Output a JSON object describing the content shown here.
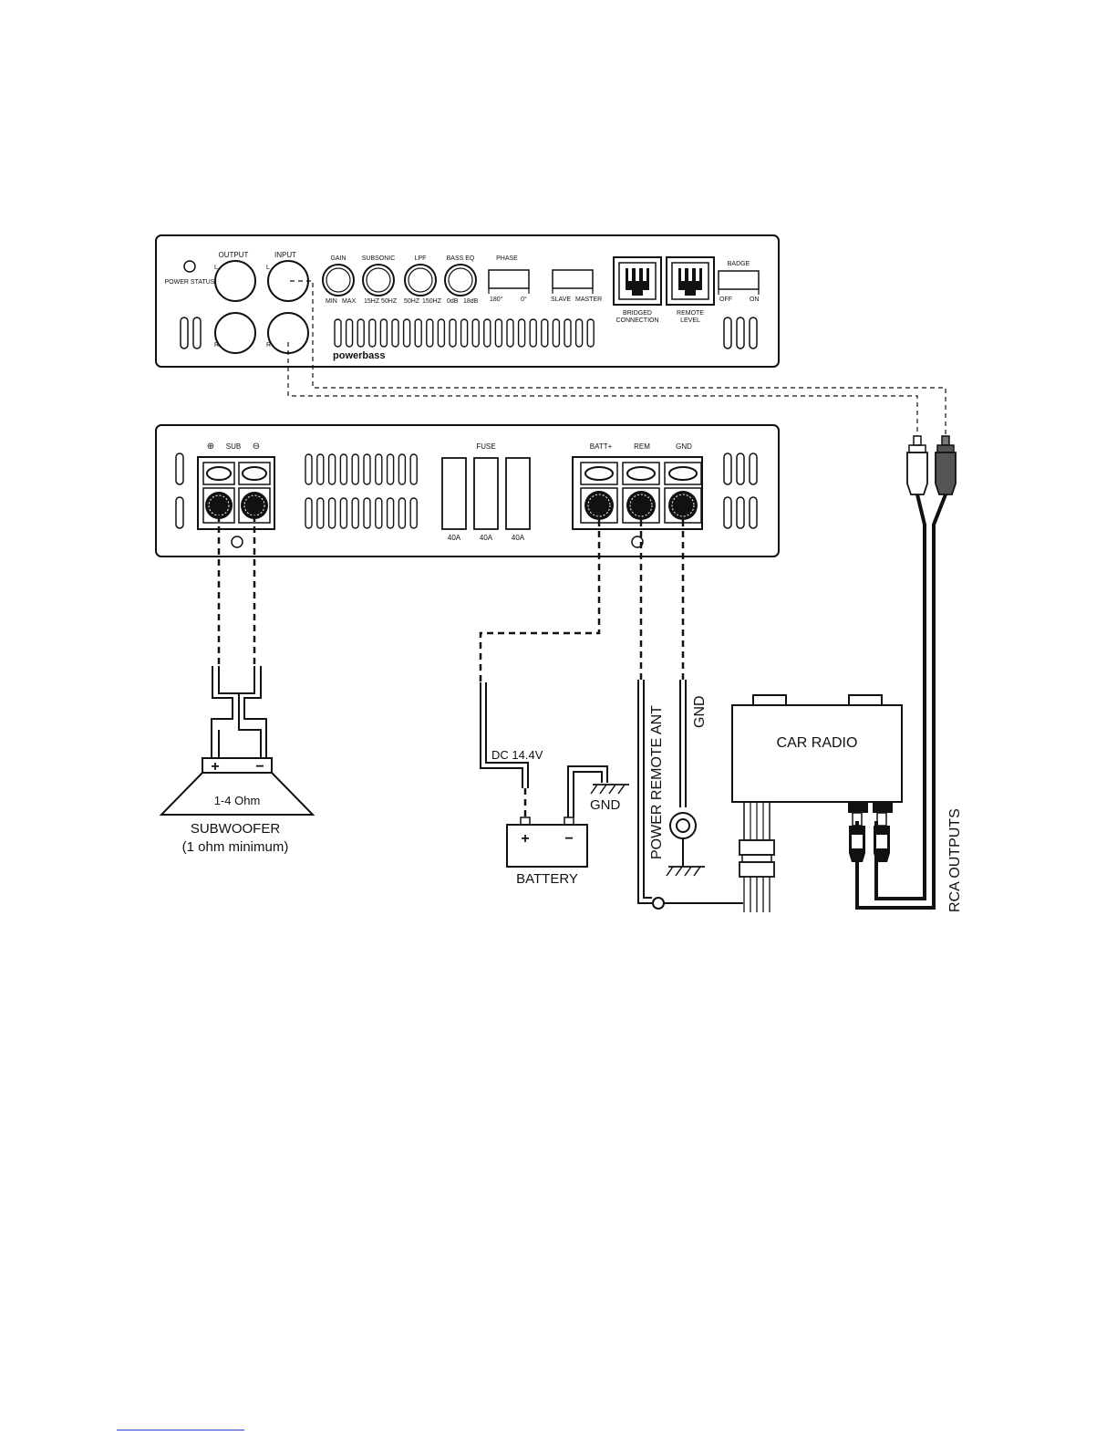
{
  "head_unit_panel": {
    "power_status": "POWER STATUS",
    "output": "OUTPUT",
    "input": "INPUT",
    "ch_l": "L",
    "ch_r": "R",
    "gain": "GAIN",
    "gain_min": "MIN",
    "gain_max": "MAX",
    "subsonic": "SUBSONIC",
    "subsonic_lo": "15HZ",
    "subsonic_hi": "50HZ",
    "lpf": "LPF",
    "lpf_lo": "50HZ",
    "lpf_hi": "150HZ",
    "bass_eq": "BASS EQ",
    "bass_lo": "0dB",
    "bass_hi": "18dB",
    "phase": "PHASE",
    "phase_a": "180°",
    "phase_b": "0°",
    "slave": "SLAVE",
    "master": "MASTER",
    "bridged": "BRIDGED",
    "connection": "CONNECTION",
    "remote": "REMOTE",
    "level": "LEVEL",
    "badge": "BADGE",
    "off": "OFF",
    "on": "ON",
    "brand": "powerbass"
  },
  "power_panel": {
    "sub": "SUB",
    "fuse": "FUSE",
    "fuse_ratings": [
      "40A",
      "40A",
      "40A"
    ],
    "batt": "BATT+",
    "rem": "REM",
    "gnd": "GND"
  },
  "labels": {
    "ohm": "1-4 Ohm",
    "subwoofer": "SUBWOOFER",
    "sub_min": "(1 ohm minimum)",
    "dc": "DC 14.4V",
    "gnd_battery": "GND",
    "battery": "BATTERY",
    "power_remote_ant": "POWER REMOTE ANT",
    "gnd_vertical": "GND",
    "car_radio": "CAR RADIO",
    "rca_outputs": "RCA OUTPUTS",
    "plus": "+",
    "minus": "−"
  }
}
